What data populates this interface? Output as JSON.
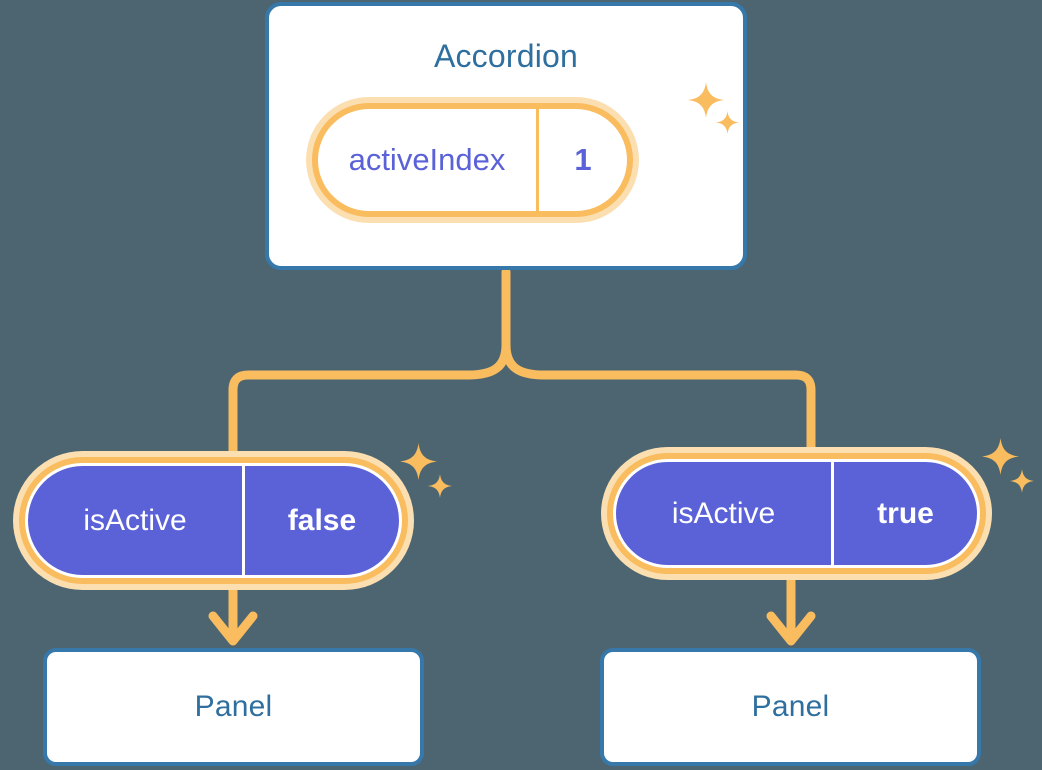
{
  "theme": {
    "background": "#4d6570",
    "card_border": "#3778ab",
    "card_fill": "#ffffff",
    "title_text": "#2f6f9f",
    "accent_orange": "#f9bc5f",
    "accent_orange_glow": "#fbdfb1",
    "purple_fill": "#5b62d8",
    "purple_text": "#5b62d8",
    "on_purple_text": "#ffffff"
  },
  "root": {
    "title": "Accordion",
    "state_badge": {
      "key": "activeIndex",
      "value": "1"
    }
  },
  "children": [
    {
      "prop_badge": {
        "key": "isActive",
        "value": "false"
      },
      "panel": {
        "title": "Panel"
      }
    },
    {
      "prop_badge": {
        "key": "isActive",
        "value": "true"
      },
      "panel": {
        "title": "Panel"
      }
    }
  ],
  "icons": {
    "sparkle": "sparkle-four-point-star",
    "arrow": "arrow-down"
  }
}
